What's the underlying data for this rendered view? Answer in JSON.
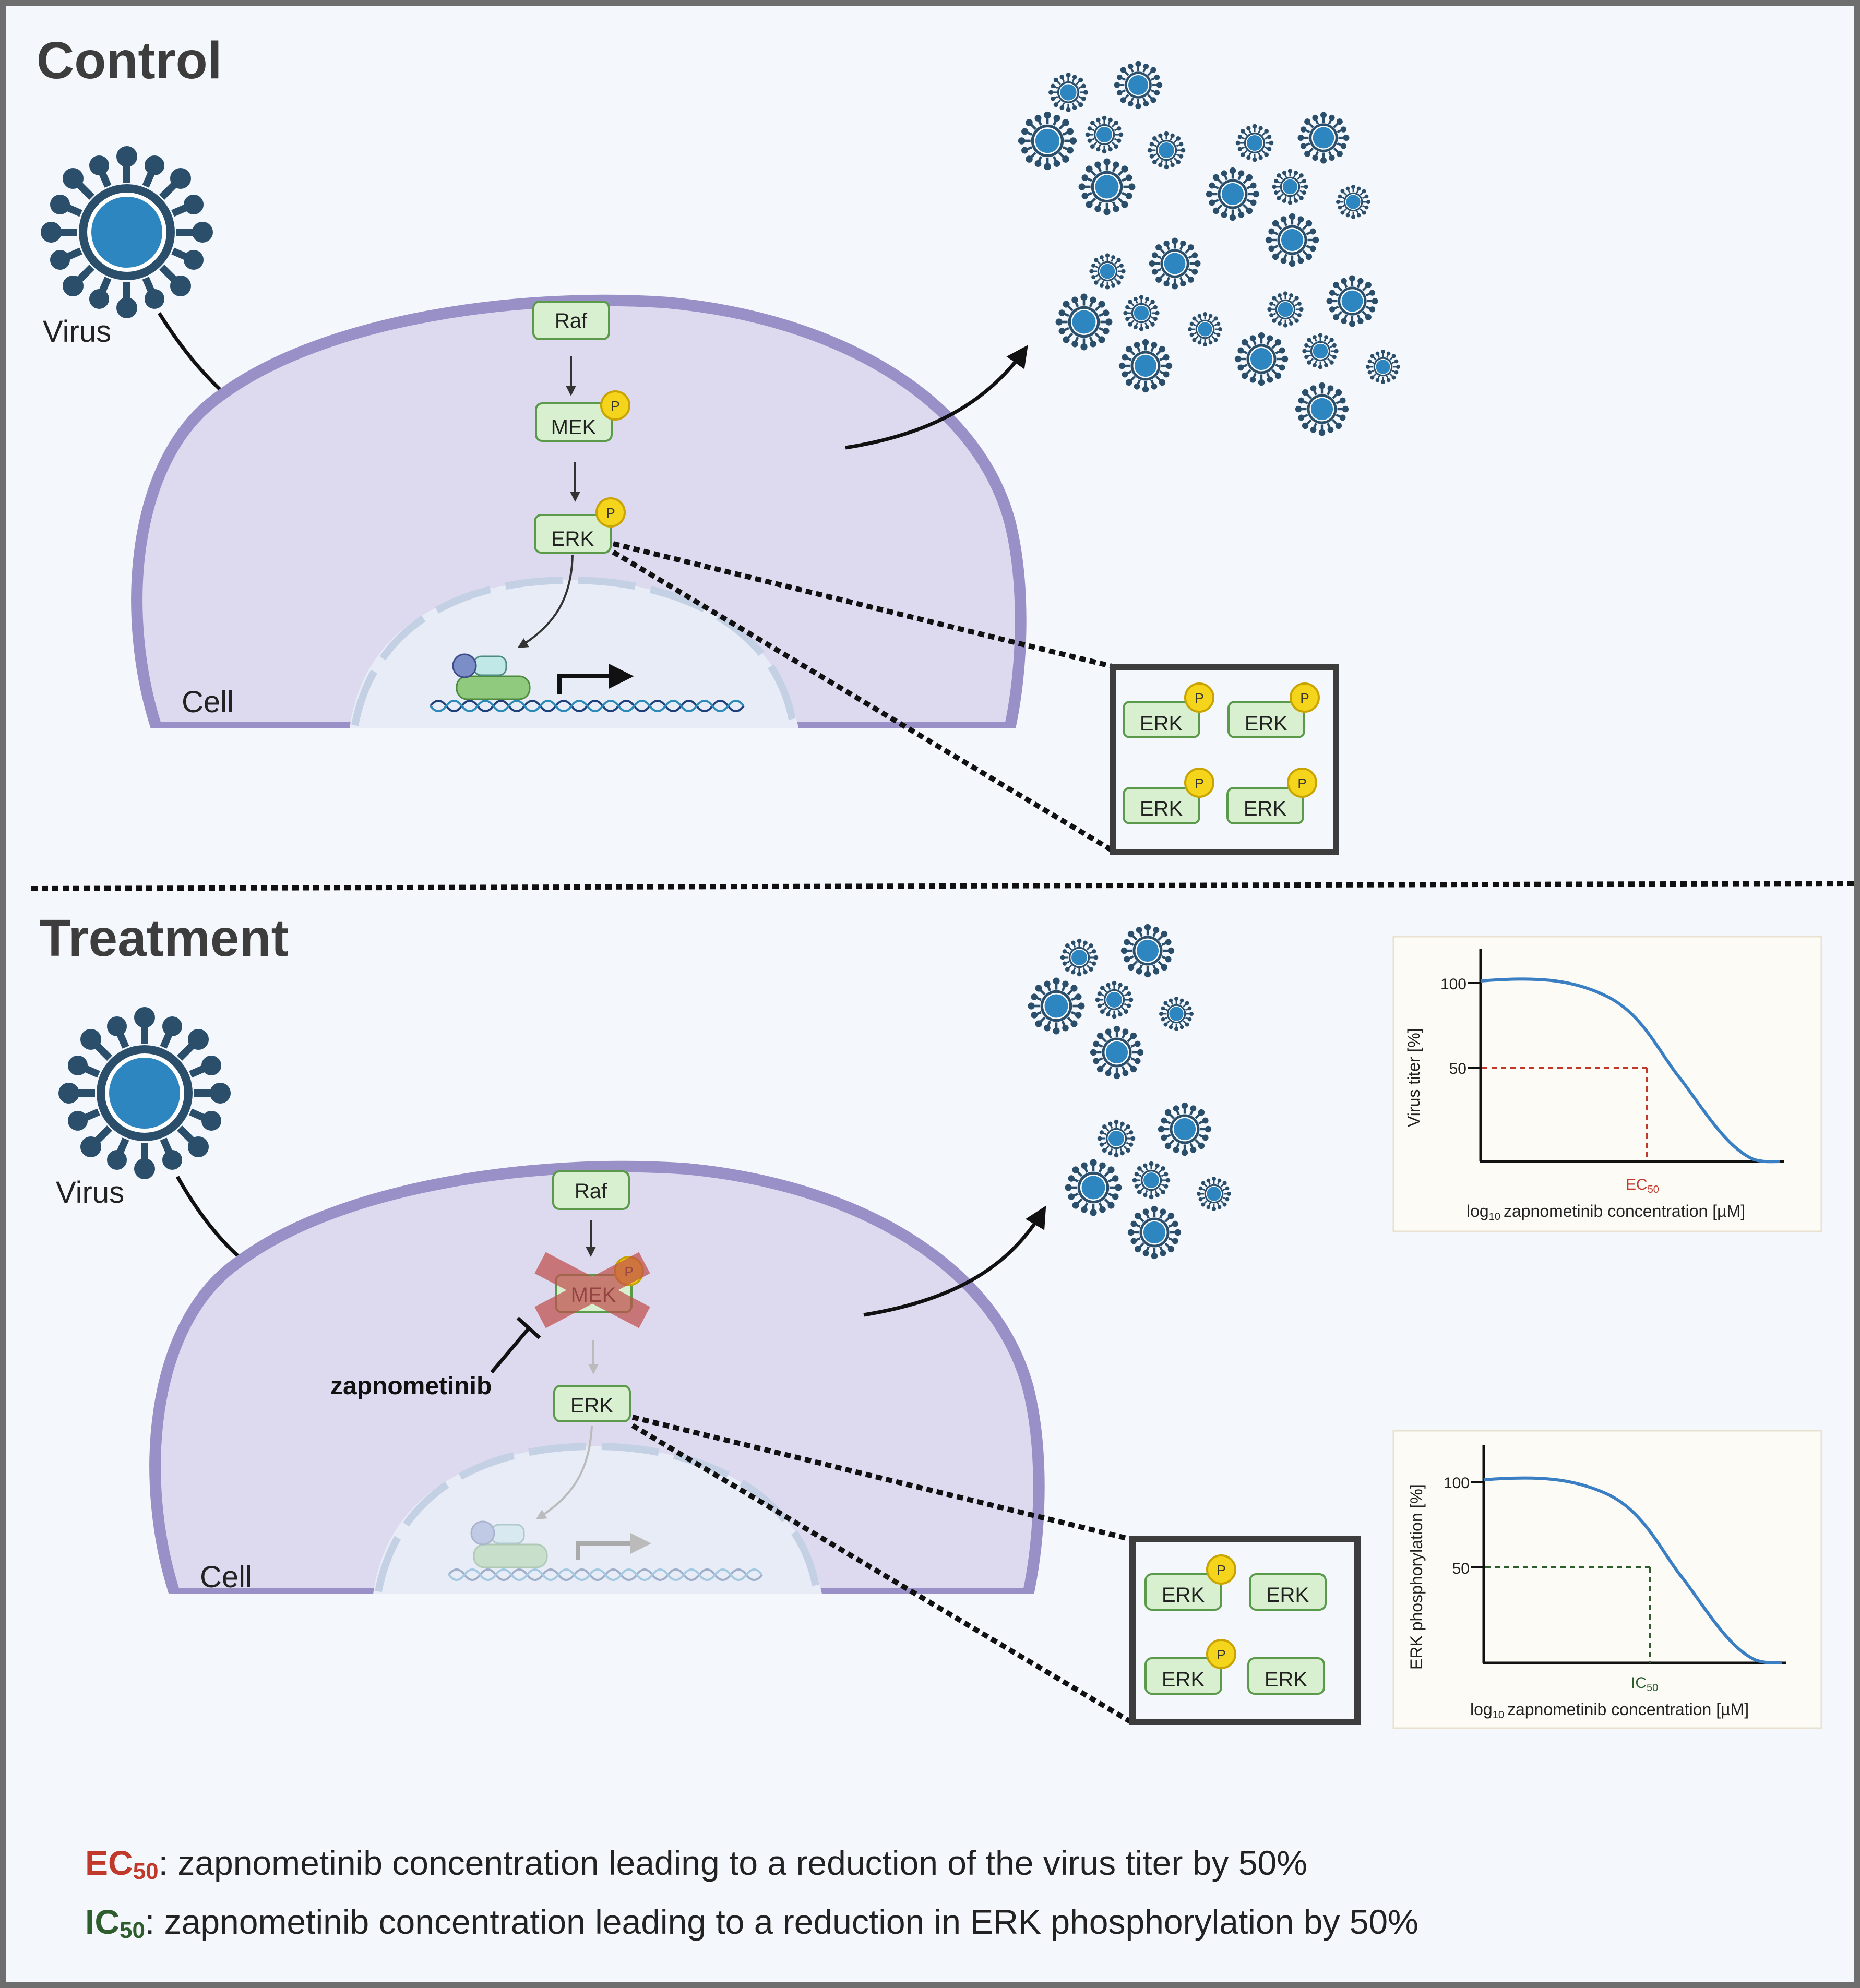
{
  "panels": {
    "control_title": "Control",
    "treatment_title": "Treatment"
  },
  "labels": {
    "virus": "Virus",
    "cell": "Cell",
    "drug": "zapnometinib"
  },
  "proteins": {
    "raf": "Raf",
    "mek": "MEK",
    "erk": "ERK",
    "phospho": "P"
  },
  "graph_virus": {
    "ylabel": "Virus titer [%]",
    "xlabel_sub": "10",
    "xlabel_log": "log",
    "xlabel_rest": "zapnometinib concentration [µM]",
    "tick_100": "100",
    "tick_50": "50",
    "marker_main": "EC",
    "marker_sub": "50",
    "marker_color": "#c0392b"
  },
  "graph_erk": {
    "ylabel": "ERK phosphorylation [%]",
    "xlabel_log": "log",
    "xlabel_sub": "10",
    "xlabel_rest": "zapnometinib concentration [µM]",
    "tick_100": "100",
    "tick_50": "50",
    "marker_main": "IC",
    "marker_sub": "50",
    "marker_color": "#2e5e2e"
  },
  "footer": {
    "ec_main": "EC",
    "ec_sub": "50",
    "ec_text": ": zapnometinib concentration leading to a reduction of the virus titer by 50%",
    "ic_main": "IC",
    "ic_sub": "50",
    "ic_text": ": zapnometinib concentration leading to a reduction in ERK phosphorylation by 50%"
  },
  "colors": {
    "background": "#f4f8fc",
    "cell_fill": "#ddd9ef",
    "cell_stroke": "#9890c6",
    "virus_blue": "#2e86c1",
    "virus_dark": "#2b4e6b",
    "protein_fill": "#d8f0d0",
    "protein_stroke": "#5a9a4a",
    "phospho_fill": "#f4d51b",
    "inhibit_x": "#c0504d",
    "curve": "#3a7fc4"
  }
}
